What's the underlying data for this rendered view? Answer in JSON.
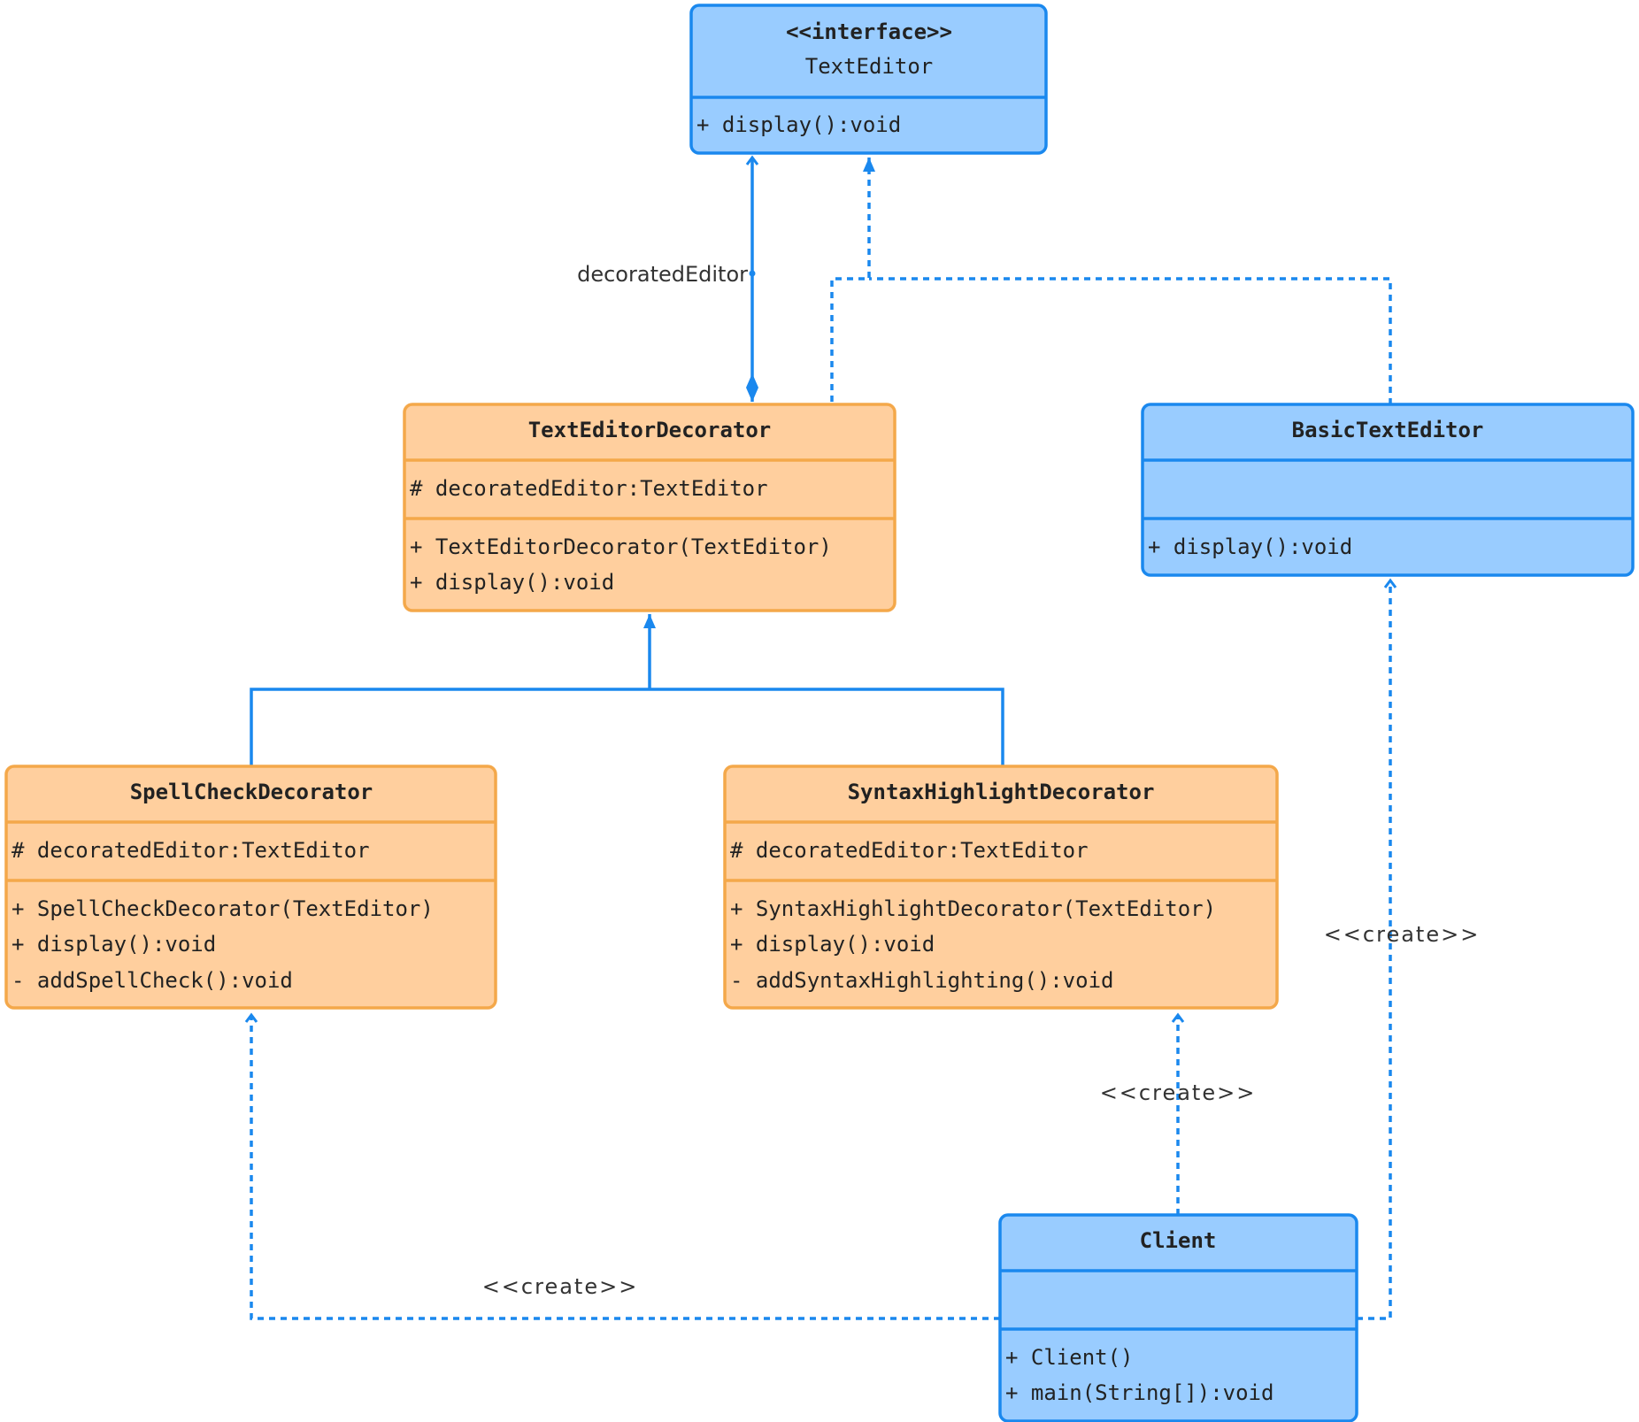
{
  "colors": {
    "interface_fill": "#99ccff",
    "interface_stroke": "#1a88ee",
    "decorator_fill": "#ffcf9e",
    "decorator_stroke": "#f4a84a",
    "edge": "#1a88ee"
  },
  "classes": {
    "text_editor": {
      "stereotype": "<<interface>>",
      "name": "TextEditor",
      "methods": [
        "+ display():void"
      ]
    },
    "text_editor_decorator": {
      "name": "TextEditorDecorator",
      "attributes": [
        "# decoratedEditor:TextEditor"
      ],
      "methods": [
        "+ TextEditorDecorator(TextEditor)",
        "+ display():void"
      ]
    },
    "basic_text_editor": {
      "name": "BasicTextEditor",
      "attributes": [],
      "methods": [
        "+ display():void"
      ]
    },
    "spell_check_decorator": {
      "name": "SpellCheckDecorator",
      "attributes": [
        "# decoratedEditor:TextEditor"
      ],
      "methods": [
        "+ SpellCheckDecorator(TextEditor)",
        "+ display():void",
        "- addSpellCheck():void"
      ]
    },
    "syntax_highlight_decorator": {
      "name": "SyntaxHighlightDecorator",
      "attributes": [
        "# decoratedEditor:TextEditor"
      ],
      "methods": [
        "+ SyntaxHighlightDecorator(TextEditor)",
        "+ display():void",
        "- addSyntaxHighlighting():void"
      ]
    },
    "client": {
      "name": "Client",
      "attributes": [],
      "methods": [
        "+ Client()",
        "+ main(String[]):void"
      ]
    }
  },
  "edge_labels": {
    "composition": "decoratedEditor",
    "create_syntax": "<<create>>",
    "create_spell": "<<create>>",
    "create_basic": "<<create>>"
  }
}
